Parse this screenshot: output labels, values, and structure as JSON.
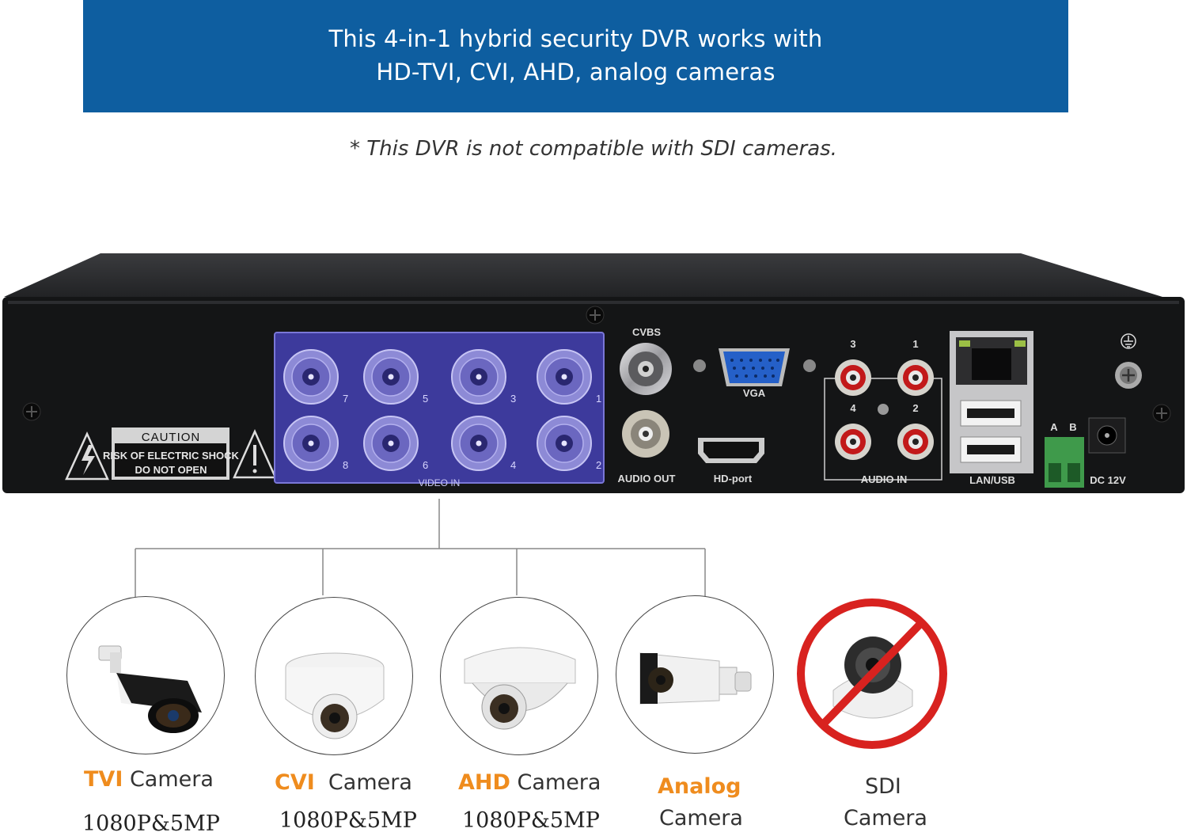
{
  "banner": {
    "line1": "This 4-in-1 hybrid security DVR works with",
    "line2": "HD-TVI, CVI, AHD, analog cameras"
  },
  "note": "* This DVR is not compatible with SDI cameras.",
  "dvr": {
    "caution_title": "CAUTION",
    "caution_line1": "RISK OF ELECTRIC SHOCK",
    "caution_line2": "DO NOT OPEN",
    "video_in": "VIDEO IN",
    "bnc_numbers": [
      "7",
      "5",
      "3",
      "1",
      "8",
      "6",
      "4",
      "2"
    ],
    "cvbs": "CVBS",
    "audio_out": "AUDIO OUT",
    "vga": "VGA",
    "hd_port": "HD-port",
    "audio_in": "AUDIO IN",
    "audio_numbers": [
      "3",
      "1",
      "4",
      "2"
    ],
    "lan_usb": "LAN/USB",
    "terminal_a": "A",
    "terminal_b": "B",
    "dc": "DC 12V"
  },
  "cameras": [
    {
      "brand": "TVI",
      "word": " Camera",
      "spec": "1080P&5MP"
    },
    {
      "brand": "CVI",
      "word": "  Camera",
      "spec": "1080P&5MP"
    },
    {
      "brand": "AHD",
      "word": " Camera",
      "spec": "1080P&5MP"
    },
    {
      "brand": "Analog",
      "word": "Camera",
      "spec": ""
    },
    {
      "brand": "",
      "word": "SDI",
      "spec": "Camera"
    }
  ],
  "colors": {
    "banner": "#0e5ea0",
    "brand_orange": "#ef8c1e",
    "prohibited_red": "#d8221f",
    "video_panel": "#3d3a9c"
  }
}
